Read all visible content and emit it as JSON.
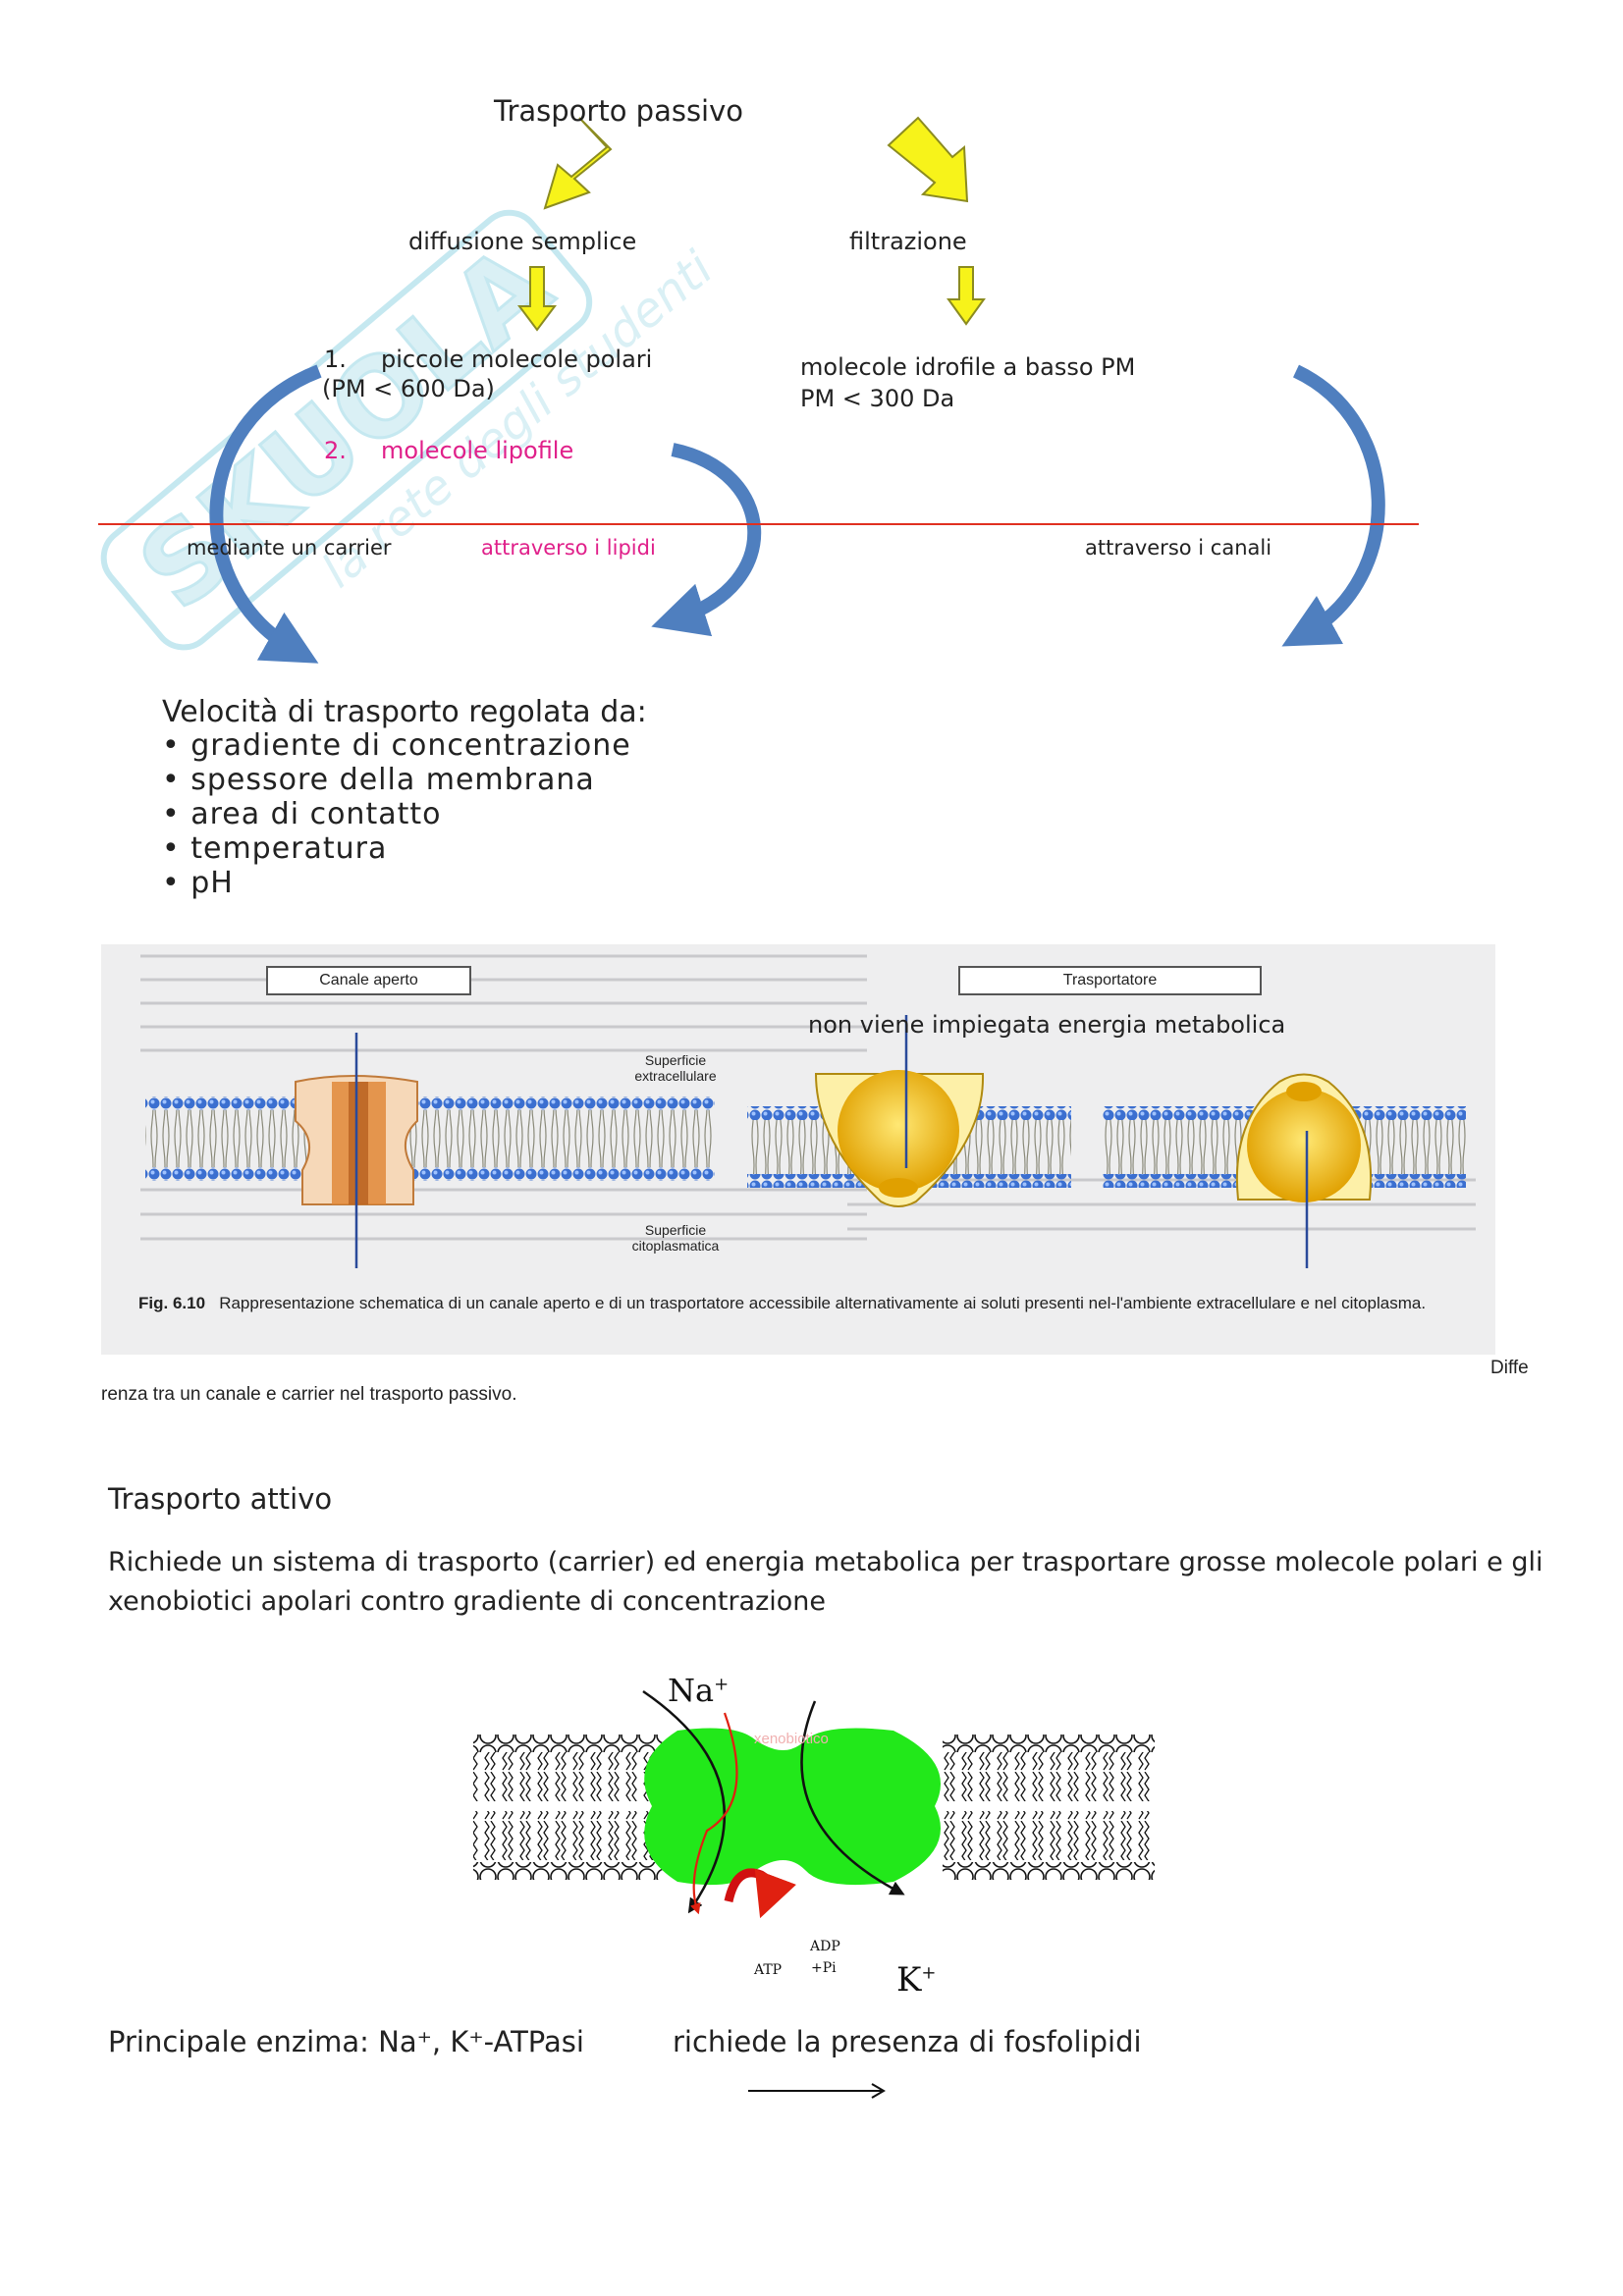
{
  "passive_flow": {
    "title": "Trasporto passivo",
    "branch_left": "diffusione semplice",
    "branch_right": "filtrazione",
    "item1_num": "1.",
    "item1_text": "piccole molecole polari",
    "item1_sub": "(PM < 600 Da)",
    "item2_num": "2.",
    "item2_text": "molecole lipofile",
    "right_text_line1": "molecole idrofile a basso PM",
    "right_text_line2": "PM < 300 Da",
    "label_carrier": "mediante un carrier",
    "label_lipids": "attraverso i lipidi",
    "label_channels": "attraverso i canali"
  },
  "velocity": {
    "title": "Velocità di trasporto regolata da:",
    "items": [
      "gradiente di concentrazione",
      "spessore della membrana",
      "area di contatto",
      "temperatura",
      "pH"
    ]
  },
  "figure": {
    "box_left": "Canale aperto",
    "box_right": "Trasportatore",
    "annotation": "non viene impiegata energia metabolica",
    "label_extra": "Superficie extracellulare",
    "label_cyto": "Superficie citoplasmatica",
    "caption_bold": "Fig. 6.10",
    "caption_text": "Rappresentazione schematica di un canale aperto e di un trasportatore accessibile alternativamente ai soluti presenti nel-l'ambiente extracellulare e nel citoplasma."
  },
  "figure_note": {
    "part1": "Diffe",
    "part2": "renza tra un canale e carrier nel trasporto passivo."
  },
  "active": {
    "title": "Trasporto attivo",
    "description": "Richiede un sistema di trasporto (carrier) ed energia metabolica per trasportare grosse molecole polari e gli xenobiotici apolari contro gradiente di concentrazione",
    "na_label": "Na",
    "k_label": "K",
    "plus": "+",
    "xeno_label": "xenobiotico",
    "atp_label": "ATP",
    "adp_label": "ADP",
    "pi_label": "+Pi",
    "enzyme_label": "Principale enzima: Na⁺, K⁺-ATPasi",
    "phospholipid_label": "richiede la presenza di fosfolipidi"
  },
  "colors": {
    "arrow_yellow": "#f7f31a",
    "arrow_blue": "#4f7fbf",
    "magenta": "#e0208a",
    "red_line": "#e03020",
    "protein_green": "#22e81a",
    "channel_orange": "#e08a3a",
    "carrier_yellow": "#f2c51a"
  }
}
